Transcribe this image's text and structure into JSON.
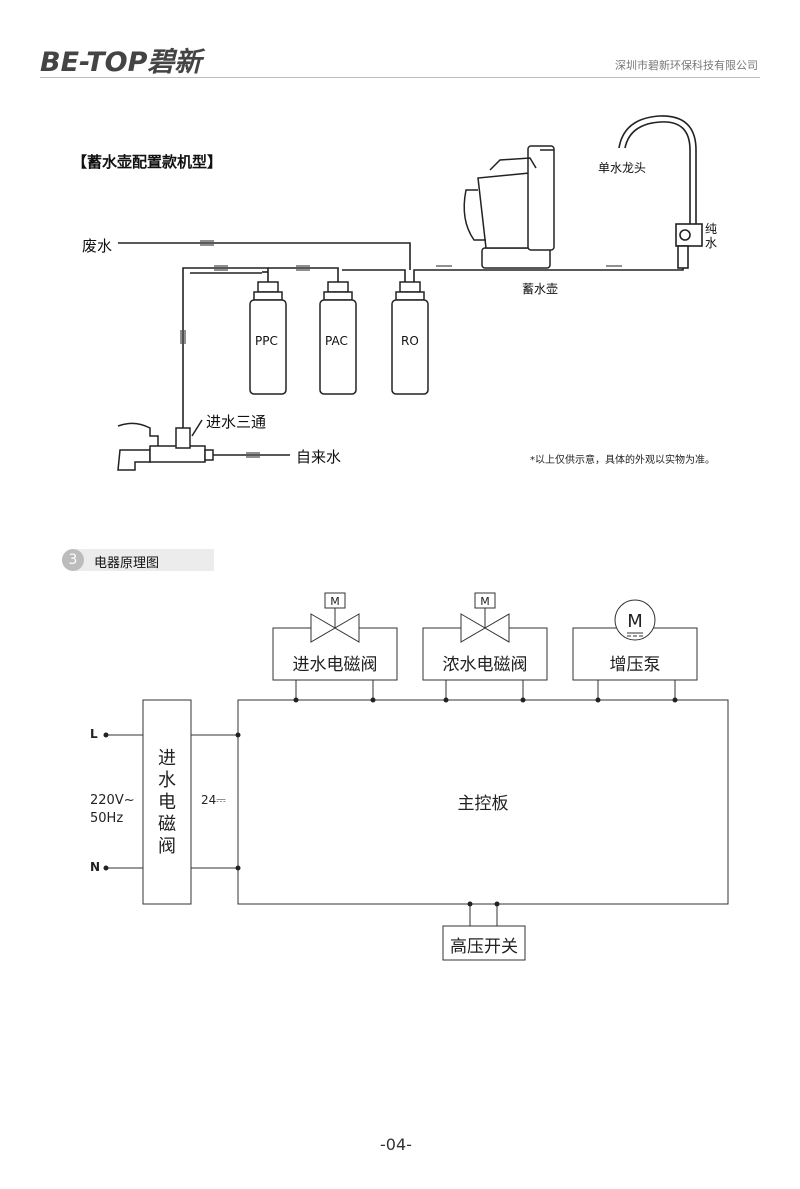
{
  "header": {
    "logo_text": "BE-TOP碧新",
    "company": "深圳市碧新环保科技有限公司"
  },
  "plumbing": {
    "title": "【蓄水壶配置款机型】",
    "waste_water": "废水",
    "filters": [
      "PPC",
      "PAC",
      "RO"
    ],
    "kettle": "蓄水壶",
    "faucet": "单水龙头",
    "pure_water": "纯水",
    "tee_valve": "进水三通",
    "tap_water": "自来水",
    "note": "*以上仅供示意，具体的外观以实物为准。"
  },
  "section3": {
    "number": "3",
    "title": "电器原理图"
  },
  "circuit": {
    "inlet_valve": "进水电磁阀",
    "concentrate_valve": "浓水电磁阀",
    "booster_pump": "增压泵",
    "motor_symbol": "M",
    "power_module": "进水电磁阀",
    "terminal_l": "L",
    "terminal_n": "N",
    "voltage_in": "220V~",
    "frequency": "50Hz",
    "voltage_out": "24⎓",
    "main_board": "主控板",
    "pressure_switch": "高压开关"
  },
  "footer": {
    "page_number": "-04-"
  }
}
